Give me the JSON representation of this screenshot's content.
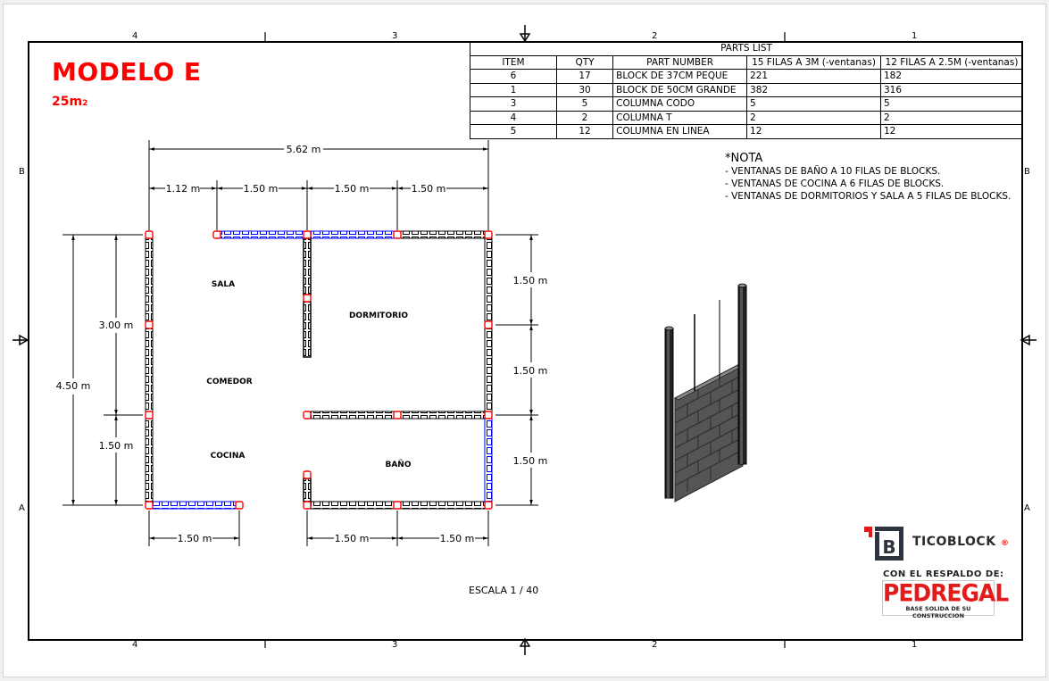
{
  "title": "MODELO E",
  "area": "25m",
  "area_unit_suffix": "2",
  "zones": {
    "top": [
      "4",
      "3",
      "2",
      "1"
    ],
    "bottom": [
      "4",
      "3",
      "2",
      "1"
    ],
    "left": [
      "B",
      "A"
    ],
    "right": [
      "B",
      "A"
    ]
  },
  "parts_list": {
    "caption": "PARTS LIST",
    "headers": [
      "ITEM",
      "QTY",
      "PART NUMBER",
      "15 FILAS A 3M (-ventanas)",
      "12 FILAS A 2.5M (-ventanas)"
    ],
    "rows": [
      {
        "item": "6",
        "qty": "17",
        "part": "BLOCK DE 37CM PEQUE",
        "f15": "221",
        "f12": "182"
      },
      {
        "item": "1",
        "qty": "30",
        "part": "BLOCK DE 50CM GRANDE",
        "f15": "382",
        "f12": "316"
      },
      {
        "item": "3",
        "qty": "5",
        "part": "COLUMNA CODO",
        "f15": "5",
        "f12": "5"
      },
      {
        "item": "4",
        "qty": "2",
        "part": "COLUMNA T",
        "f15": "2",
        "f12": "2"
      },
      {
        "item": "5",
        "qty": "12",
        "part": "COLUMNA EN LINEA",
        "f15": "12",
        "f12": "12"
      }
    ]
  },
  "nota": {
    "title": "*NOTA",
    "lines": [
      "- VENTANAS DE BAÑO A 10 FILAS DE BLOCKS.",
      "- VENTANAS DE COCINA A 6 FILAS DE BLOCKS.",
      "- VENTANAS DE DORMITORIOS Y SALA A 5 FILAS DE BLOCKS."
    ]
  },
  "plan": {
    "rooms": {
      "sala": "SALA",
      "dormitorio": "DORMITORIO",
      "comedor": "COMEDOR",
      "cocina": "COCINA",
      "bano": "BAÑO"
    },
    "dims": {
      "total_width": "5.62 m",
      "top_seg1": "1.12 m",
      "top_seg2": "1.50 m",
      "top_seg3": "1.50 m",
      "top_seg4": "1.50 m",
      "left_total": "4.50 m",
      "left_upper": "3.00 m",
      "left_lower": "1.50 m",
      "right_seg1": "1.50 m",
      "right_seg2": "1.50 m",
      "right_seg3": "1.50 m",
      "bottom_left": "1.50 m",
      "bottom_mid": "1.50 m",
      "bottom_right": "1.50 m"
    },
    "colors": {
      "column": "#ff0000",
      "block_window": "#0000ff",
      "block": "#000000"
    }
  },
  "scale": "ESCALA 1 / 40",
  "brand": {
    "name": "TICOBLOCK",
    "reg": "®",
    "respaldo": "CON EL RESPALDO DE:",
    "partner": "PEDREGAL",
    "partner_tagline": "BASE SOLIDA DE SU CONSTRUCCION",
    "accent": "#e31b1b"
  }
}
